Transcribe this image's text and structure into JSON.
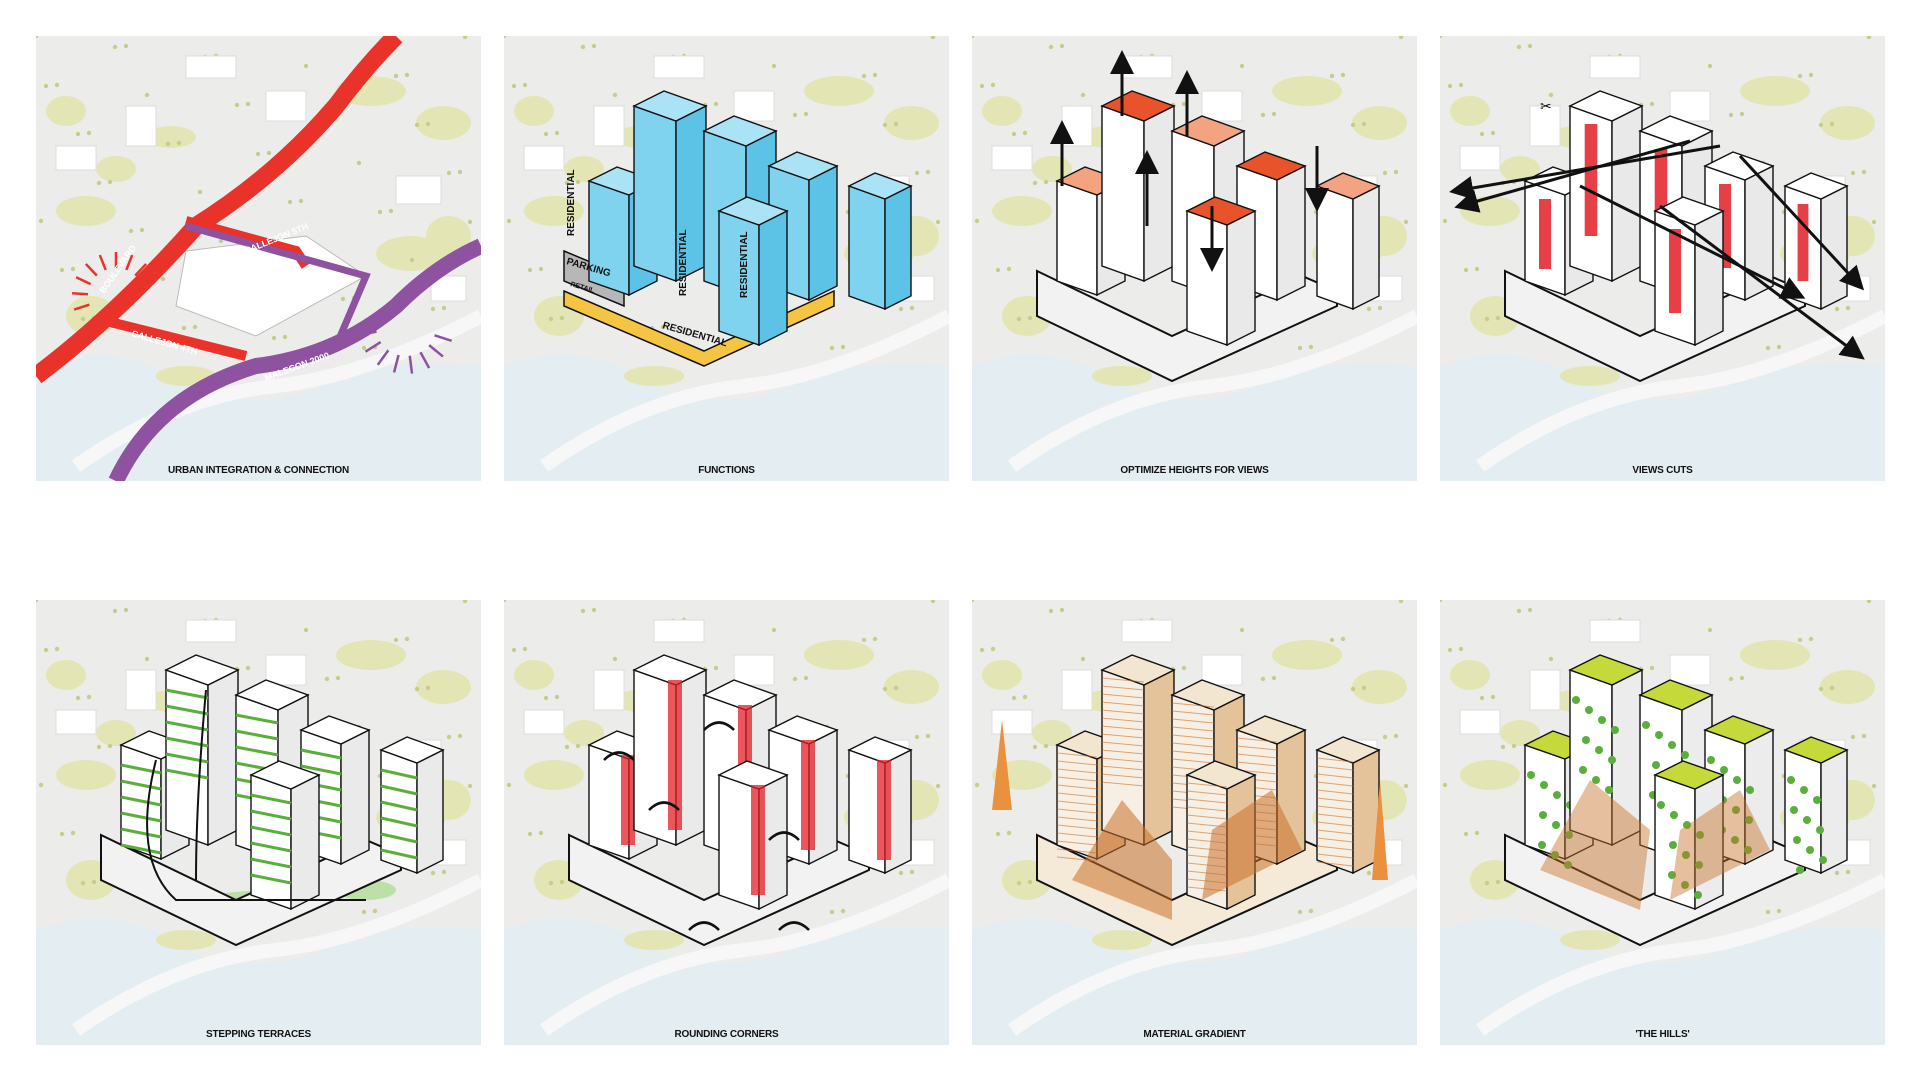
{
  "panels": [
    {
      "id": "urban",
      "caption": "URBAN INTEGRATION & CONNECTION",
      "labels": {
        "boulevard": "BOULEVARD",
        "callejon5": "CALLEJON 5TH",
        "callejon4": "CALLEJON 4TH",
        "malecon": "MALECON 2000"
      }
    },
    {
      "id": "functions",
      "caption": "FUNCTIONS",
      "labels": {
        "res1": "RESIDENTIAL",
        "res2": "RESIDENTIAL",
        "res3": "RESIDENTIAL",
        "res4": "RESIDENTIAL",
        "parking": "PARKING",
        "retail": "RETAIL"
      }
    },
    {
      "id": "heights",
      "caption": "OPTIMIZE HEIGHTS FOR VIEWS"
    },
    {
      "id": "views",
      "caption": "VIEWS CUTS"
    },
    {
      "id": "terraces",
      "caption": "STEPPING TERRACES"
    },
    {
      "id": "corners",
      "caption": "ROUNDING CORNERS"
    },
    {
      "id": "material",
      "caption": "MATERIAL GRADIENT"
    },
    {
      "id": "hills",
      "caption": "'THE HILLS'"
    }
  ],
  "colors": {
    "background": "#ecedeb",
    "water": "#e4edf1",
    "vegetation": "#e3e6b4",
    "road_red": "#e8322a",
    "road_purple": "#8f52a0",
    "residential_blue": "#7fd3ee",
    "parking_grey": "#b7b7b7",
    "retail_yellow": "#f4c542",
    "terrace_green": "#5aaf3c",
    "corner_red": "#e21f26",
    "material_orange": "#c8702a",
    "hill_lime": "#c5d93b"
  }
}
